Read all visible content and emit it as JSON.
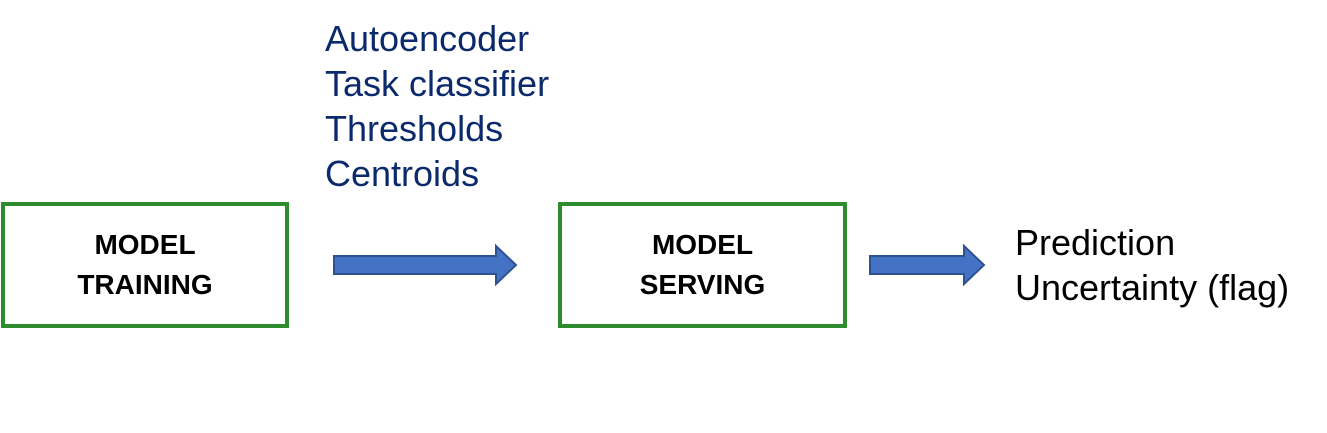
{
  "artifacts": {
    "items": [
      "Autoencoder",
      "Task classifier",
      "Thresholds",
      "Centroids"
    ],
    "color": "#0b2a6b"
  },
  "training_box": {
    "line1": "MODEL",
    "line2": "TRAINING"
  },
  "serving_box": {
    "line1": "MODEL",
    "line2": "SERVING"
  },
  "outputs": {
    "items": [
      "Prediction",
      "Uncertainty (flag)"
    ]
  },
  "colors": {
    "box_border": "#2e8b2e",
    "arrow_fill": "#4472c4",
    "arrow_stroke": "#2f528f"
  }
}
